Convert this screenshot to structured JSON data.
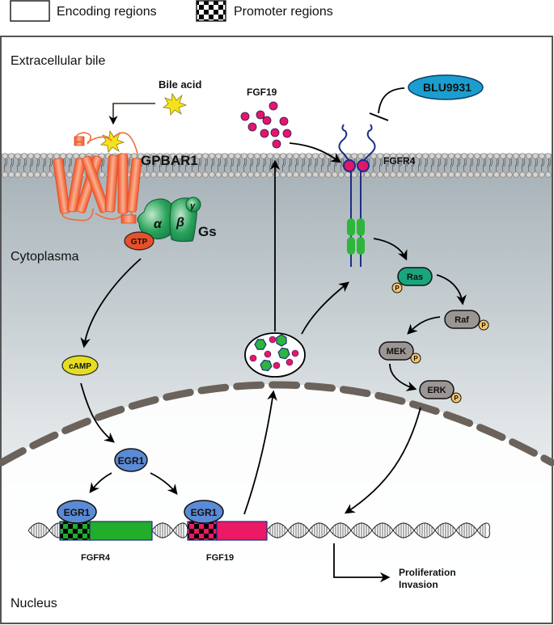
{
  "legend": {
    "encoding_label": "Encoding regions",
    "promoter_label": "Promoter regions"
  },
  "compartments": {
    "extracellular": "Extracellular bile",
    "cytoplasm": "Cytoplasma",
    "nucleus": "Nucleus"
  },
  "molecules": {
    "bile_acid": "Bile acid",
    "gpbar1": "GPBAR1",
    "alpha": "α",
    "beta": "β",
    "gamma": "γ",
    "gs": "Gs",
    "gtp": "GTP",
    "camp": "cAMP",
    "egr1_main": "EGR1",
    "egr1_left": "EGR1",
    "egr1_right": "EGR1",
    "fgf19_ligand": "FGF19",
    "fgfr4_receptor": "FGFR4",
    "blu9931": "BLU9931",
    "ras": "Ras",
    "raf": "Raf",
    "mek": "MEK",
    "erk": "ERK",
    "phospho": "P"
  },
  "genes": {
    "fgfr4": "FGFR4",
    "fgf19": "FGF19"
  },
  "outcomes": {
    "line1": "Proliferation",
    "line2": "Invasion"
  },
  "colors": {
    "gpcr": "#f26a3a",
    "bile_acid": "#f5e21c",
    "gprotein": "#1f9e55",
    "gtp": "#e8502a",
    "camp": "#e6dd22",
    "egr1": "#5b8ad6",
    "fgf19": "#e4166b",
    "fgfr4_line": "#1b2f86",
    "kinase_domain": "#2db63a",
    "blu9931": "#1a9ecf",
    "ras": "#1aa67c",
    "kinase_grey": "#9b9593",
    "phospho": "#f7c46a",
    "gene_green": "#22ad2b",
    "gene_pink": "#ec1a64",
    "nuclear_envelope": "#6b625b"
  }
}
